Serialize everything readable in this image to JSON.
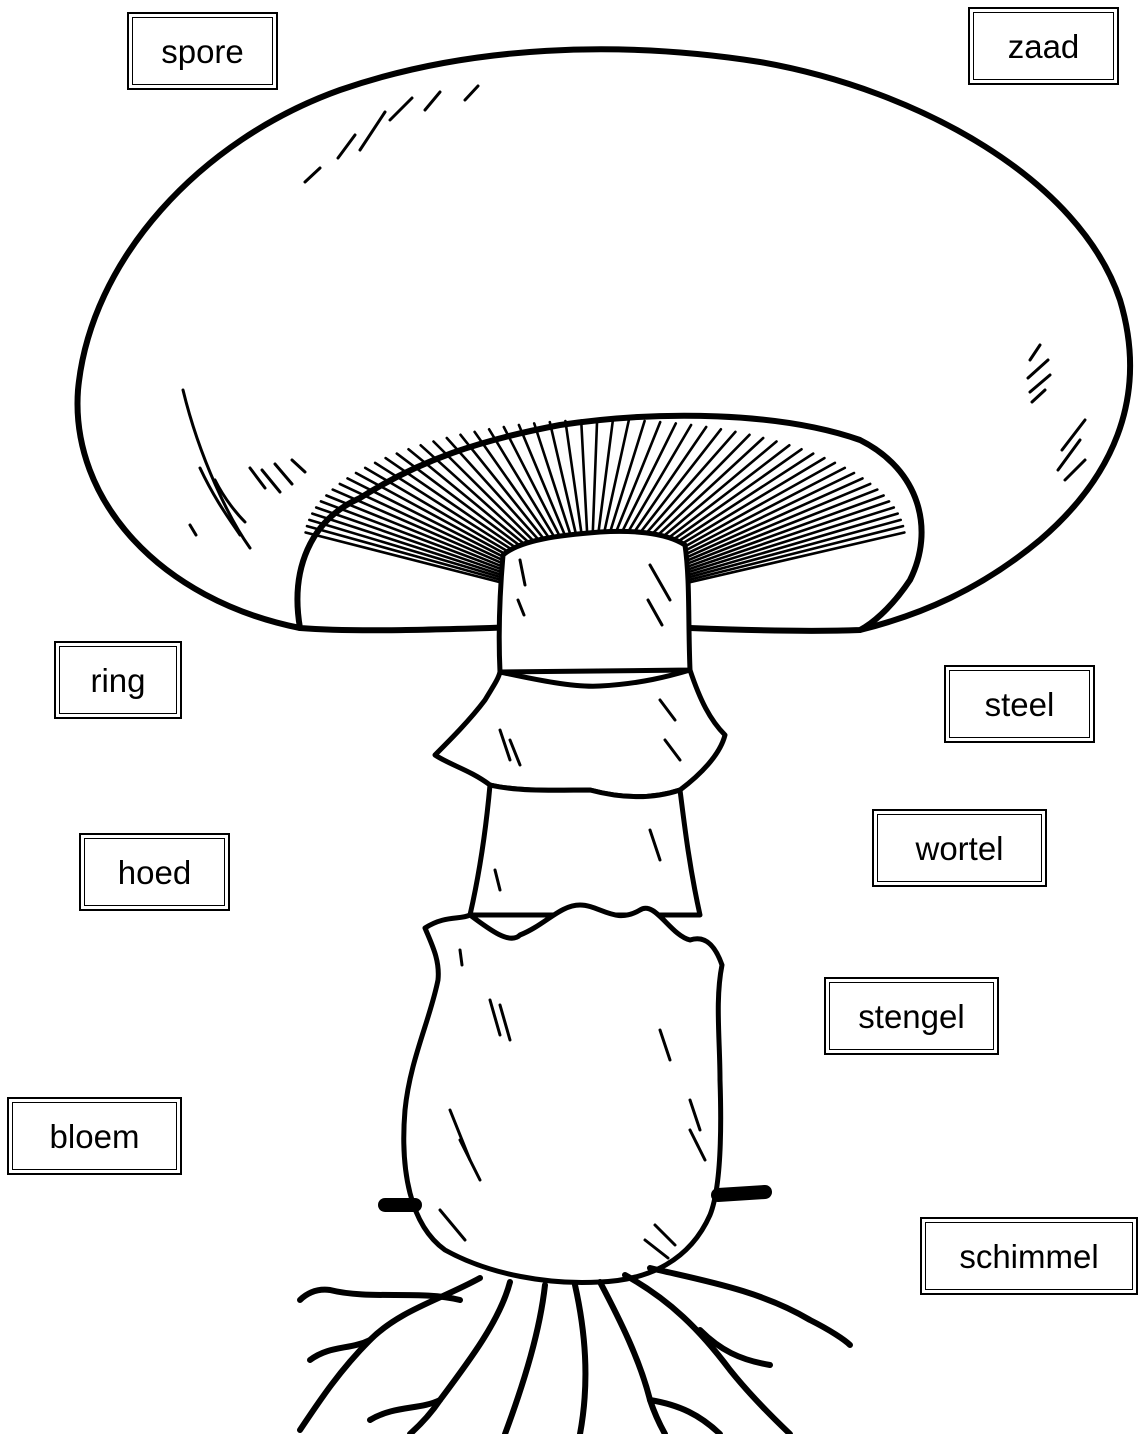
{
  "colors": {
    "ink": "#000000",
    "paper": "#ffffff"
  },
  "illustration": "mushroom-drawing",
  "labels": [
    {
      "id": "spore",
      "text": "spore"
    },
    {
      "id": "zaad",
      "text": "zaad"
    },
    {
      "id": "ring",
      "text": "ring"
    },
    {
      "id": "steel",
      "text": "steel"
    },
    {
      "id": "hoed",
      "text": "hoed"
    },
    {
      "id": "wortel",
      "text": "wortel"
    },
    {
      "id": "stengel",
      "text": "stengel"
    },
    {
      "id": "bloem",
      "text": "bloem"
    },
    {
      "id": "schimmel",
      "text": "schimmel"
    }
  ]
}
